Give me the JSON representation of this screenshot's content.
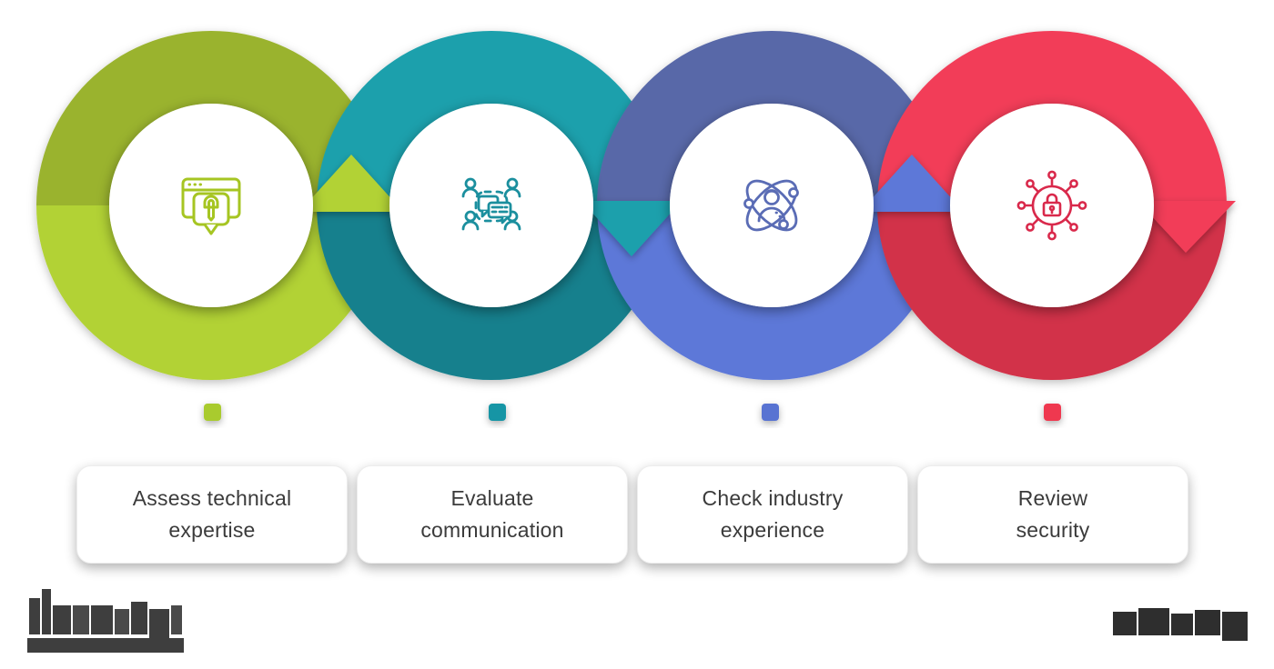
{
  "diagram_title": "",
  "steps": [
    {
      "label": "Assess technical\nexpertise",
      "icon": "browser-wrench-icon",
      "arrow_direction": "up",
      "color_top": "#9ab32f",
      "color_bottom": "#b2d235",
      "color_arrow": "#b2d235",
      "color_icon": "#a6c522",
      "color_marker": "#a9cb2d"
    },
    {
      "label": "Evaluate\ncommunication",
      "icon": "group-chat-icon",
      "arrow_direction": "down",
      "color_top": "#1ba0ac",
      "color_bottom": "#15808d",
      "color_arrow": "#1ba0ac",
      "color_icon": "#1b8f9e",
      "color_marker": "#1795a5"
    },
    {
      "label": "Check industry\nexperience",
      "icon": "person-network-icon",
      "arrow_direction": "up",
      "color_top": "#5868a8",
      "color_bottom": "#5d78d8",
      "color_arrow": "#5d78d8",
      "color_icon": "#5a6cb5",
      "color_marker": "#5873d2"
    },
    {
      "label": "Review\nsecurity",
      "icon": "cyber-lock-icon",
      "arrow_direction": "down",
      "color_top": "#f23e59",
      "color_bottom": "#d23248",
      "color_arrow": "#f23e59",
      "color_icon": "#d9294b",
      "color_marker": "#ef3850"
    }
  ],
  "footer": {
    "logo_redacted": true,
    "watermark_redacted": true
  },
  "background": "#ffffff"
}
